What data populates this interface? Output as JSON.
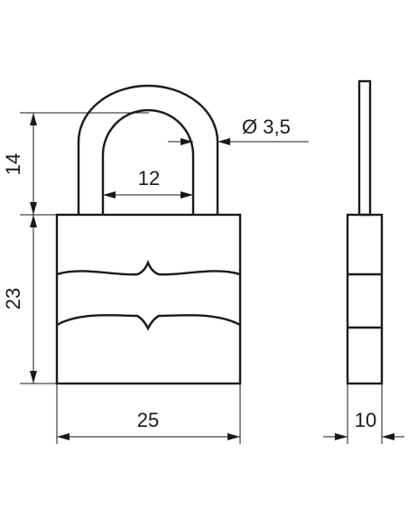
{
  "drawing": {
    "subject": "padlock",
    "dimensions": {
      "shackle_height": "14",
      "shackle_inner_width": "12",
      "shackle_diameter": "Ø 3,5",
      "body_height": "23",
      "body_width": "25",
      "body_thickness": "10"
    },
    "colors": {
      "line": "#1a1a1a",
      "background": "#ffffff"
    }
  }
}
